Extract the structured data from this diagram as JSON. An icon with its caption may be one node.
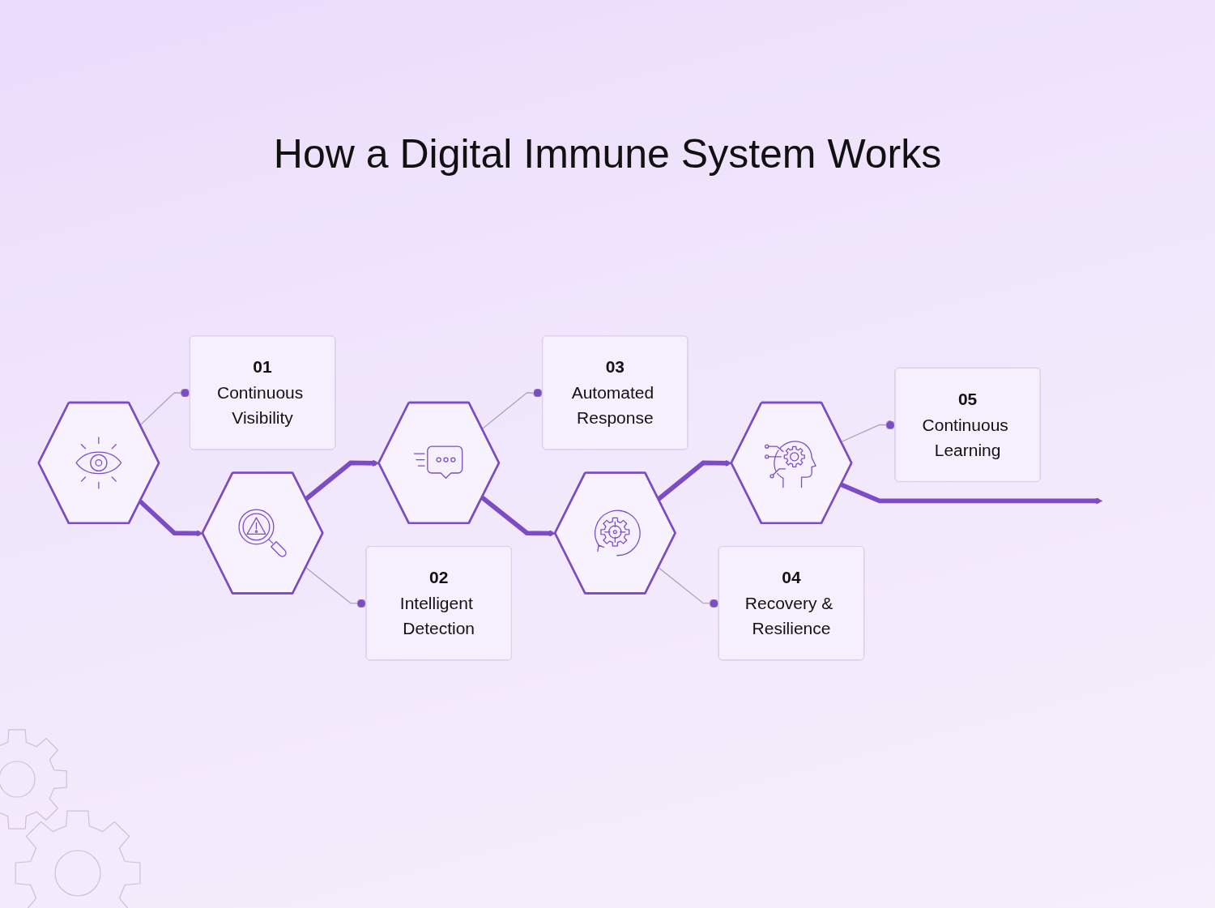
{
  "diagram": {
    "title": "How a Digital Immune System Works",
    "nodes": [
      {
        "text": [
          "01",
          "Continuous Visibility"
        ]
      },
      {
        "text": [
          "02",
          "Intelligent Detection"
        ]
      },
      {
        "text": [
          "03",
          "Automated Response"
        ]
      },
      {
        "text": [
          "04",
          "Recovery & Resilience"
        ]
      },
      {
        "text": [
          "05",
          "Continuous Learning"
        ]
      },
      {
        "text": [],
        "shape": "hexagon"
      },
      {
        "text": [],
        "shape": "hexagon"
      },
      {
        "text": [],
        "shape": "hexagon"
      },
      {
        "text": [],
        "shape": "hexagon"
      },
      {
        "text": [],
        "shape": "hexagon"
      }
    ],
    "edges": [
      {
        "from": 5,
        "to": 0,
        "arrow": "other",
        "color": "#a99cbf"
      },
      {
        "from": 5,
        "to": 6,
        "arrow": "to",
        "style": "thick"
      },
      {
        "from": 6,
        "to": 7,
        "arrow": "to",
        "style": "thick"
      },
      {
        "from": 6,
        "to": 1,
        "arrow": "other",
        "color": "#a99cbf"
      },
      {
        "from": 7,
        "to": 2,
        "arrow": "other",
        "color": "#a99cbf"
      },
      {
        "from": 7,
        "to": 8,
        "arrow": "to",
        "style": "thick"
      },
      {
        "from": 8,
        "to": 9,
        "arrow": "to",
        "style": "thick"
      },
      {
        "from": 8,
        "to": 3,
        "arrow": "other",
        "color": "#a99cbf"
      },
      {
        "from": 9,
        "to": 4,
        "arrow": "other",
        "color": "#a99cbf"
      },
      {
        "from": 9,
        "to": null,
        "arrow": "to",
        "style": "thick"
      }
    ]
  }
}
